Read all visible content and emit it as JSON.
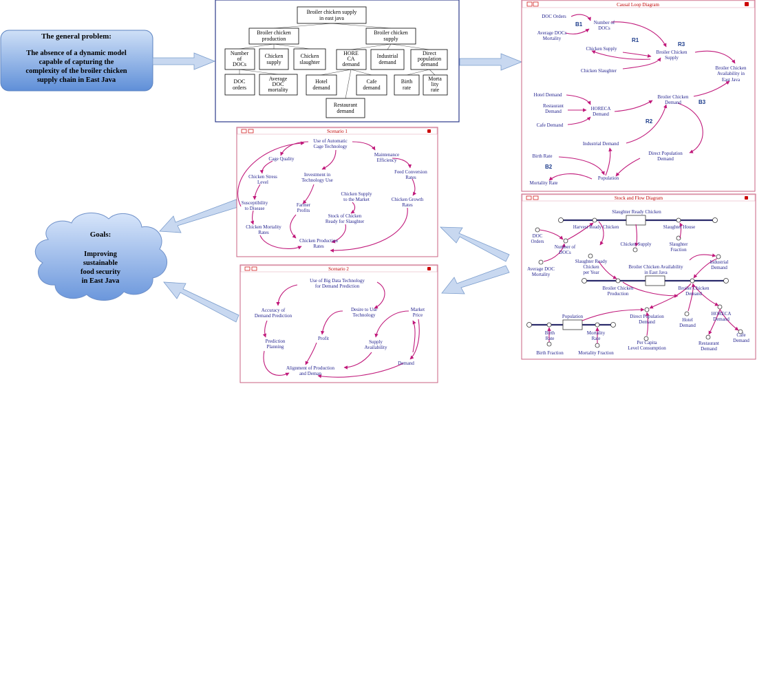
{
  "problem": {
    "heading": "The general problem:",
    "lines": [
      "The absence of a dynamic model",
      "capable of capturing the",
      "complexity of the broiler chicken",
      "supply chain in East Java"
    ]
  },
  "goals": {
    "heading": "Goals:",
    "lines": [
      "Improving",
      "sustainable",
      "food security",
      "in East Java"
    ]
  },
  "tree": {
    "root": [
      "Broiler chicken supply",
      "in east java"
    ],
    "level1": [
      [
        "Broiler chicken",
        "production"
      ],
      [
        "Broiler chicken",
        "supply"
      ]
    ],
    "level2": [
      [
        "Number",
        "of",
        "DOCs"
      ],
      [
        "Chicken",
        "supply"
      ],
      [
        "Chicken",
        "slaughter"
      ],
      [
        "HORE",
        "CA",
        "demand"
      ],
      [
        "Industrial",
        "demand"
      ],
      [
        "Direct",
        "population",
        "demand"
      ]
    ],
    "level3": [
      [
        "DOC",
        "orders"
      ],
      [
        "Average",
        "DOC",
        "mortality"
      ],
      [
        "Hotel",
        "demand"
      ],
      [
        "Cafe",
        "demand"
      ],
      [
        "Birth",
        "rate"
      ],
      [
        "Morta",
        "lity",
        "rate"
      ]
    ],
    "level4": [
      [
        "Restaurant",
        "demand"
      ]
    ]
  },
  "cld": {
    "title": "Causal Loop Diagram",
    "nodes": {
      "doc_orders": "DOC Orders",
      "number_docs": [
        "Number of",
        "DOCs"
      ],
      "avg_doc_mort": [
        "Average DOCs",
        "Mortality"
      ],
      "chicken_supply": "Chicken Supply",
      "broiler_supply": [
        "Broiler Chicken",
        "Supply"
      ],
      "chicken_slaughter": "Chicken Slaughter",
      "availability": [
        "Broiler Chicken",
        "Availability in",
        "East Java"
      ],
      "hotel": "Hotel Demand",
      "restaurant": [
        "Restaurant",
        "Demand"
      ],
      "cafe": "Cafe Demand",
      "horeca": [
        "HORECA",
        "Demand"
      ],
      "broiler_demand": [
        "Broiler Chicken",
        "Demand"
      ],
      "industrial": "Industrial Demand",
      "direct_pop": [
        "Direct Population",
        "Demand"
      ],
      "birth": "Birth Rate",
      "mortality": "Mortality Rate",
      "population": "Population"
    },
    "loops": [
      "B1",
      "R1",
      "R3",
      "B3",
      "R2",
      "B2"
    ]
  },
  "s1": {
    "title": "Scenario 1",
    "nodes": {
      "auto_cage": [
        "Use of Automatic",
        "Cage Technology"
      ],
      "cage_quality": "Cage Quality",
      "maintenance": [
        "Maintenance",
        "Efficiency"
      ],
      "stress": [
        "Chicken Stress",
        "Level"
      ],
      "investment": [
        "Investment in",
        "Technology Use"
      ],
      "feed": [
        "Feed Conversion",
        "Rates"
      ],
      "suscept": [
        "Susceptibility",
        "to Disease"
      ],
      "profits": [
        "Farmer",
        "Profits"
      ],
      "supply_market": [
        "Chicken Supply",
        "to the Market"
      ],
      "growth": [
        "Chicken Growth",
        "Rates"
      ],
      "stock": [
        "Stock of Chicken",
        "Ready for Slaughter"
      ],
      "mortality": [
        "Chicken Mortality",
        "Rates"
      ],
      "production": [
        "Chicken Production",
        "Rates"
      ]
    }
  },
  "s2": {
    "title": "Scenario 2",
    "nodes": {
      "big_data": [
        "Use of Big Data Technology",
        "for Demand Prediction"
      ],
      "accuracy": [
        "Accuracy of",
        "Demand Prediction"
      ],
      "desire": [
        "Desire to Use",
        "Technology"
      ],
      "market_price": [
        "Market",
        "Price"
      ],
      "profit": "Profit",
      "planning": [
        "Prediction",
        "Planning"
      ],
      "supply_avail": [
        "Supply",
        "Availability"
      ],
      "demand": "Demand",
      "alignment": [
        "Alignment of Production",
        "and Deman"
      ]
    }
  },
  "sfd": {
    "title": "Stock and Flow Diagram",
    "nodes": {
      "slaughter_ready": "Slaughter Ready Chicken",
      "harvest": "Harvest Ready Chicken",
      "slaughter_house": "Slaughter House",
      "doc_orders": [
        "DOC",
        "Orders"
      ],
      "number_docs": [
        "Number of",
        "DOCs"
      ],
      "chicken_supply": "Chicken Supply",
      "slaughter_fraction": [
        "Slaughter",
        "Fraction"
      ],
      "avg_doc": [
        "Average DOC",
        "Mortality"
      ],
      "sr_per_year": [
        "Slaughter Ready",
        "Chicken",
        "per Year"
      ],
      "availability": [
        "Broiler Chicken Availability",
        "in East Java"
      ],
      "industrial": [
        "Industrial",
        "Demand"
      ],
      "production": [
        "Broiler Chicken",
        "Production"
      ],
      "broiler_demand": [
        "Broiler Chicken",
        "Demand"
      ],
      "population": "Population",
      "direct_pop": [
        "Direct Population",
        "Demand"
      ],
      "hotel": [
        "Hotel",
        "Demand"
      ],
      "horeca": [
        "HORECA",
        "Demand"
      ],
      "birth_rate": [
        "Birth",
        "Rate"
      ],
      "mortality_rate": [
        "Mortality",
        "Rate"
      ],
      "per_capita": [
        "Per Capita",
        "Level Consumption"
      ],
      "restaurant": [
        "Restaurant",
        "Demand"
      ],
      "cafe": [
        "Cafe",
        "Demand"
      ],
      "birth_fraction": "Birth Fraction",
      "mortality_fraction": "Mortality Fraction"
    }
  }
}
